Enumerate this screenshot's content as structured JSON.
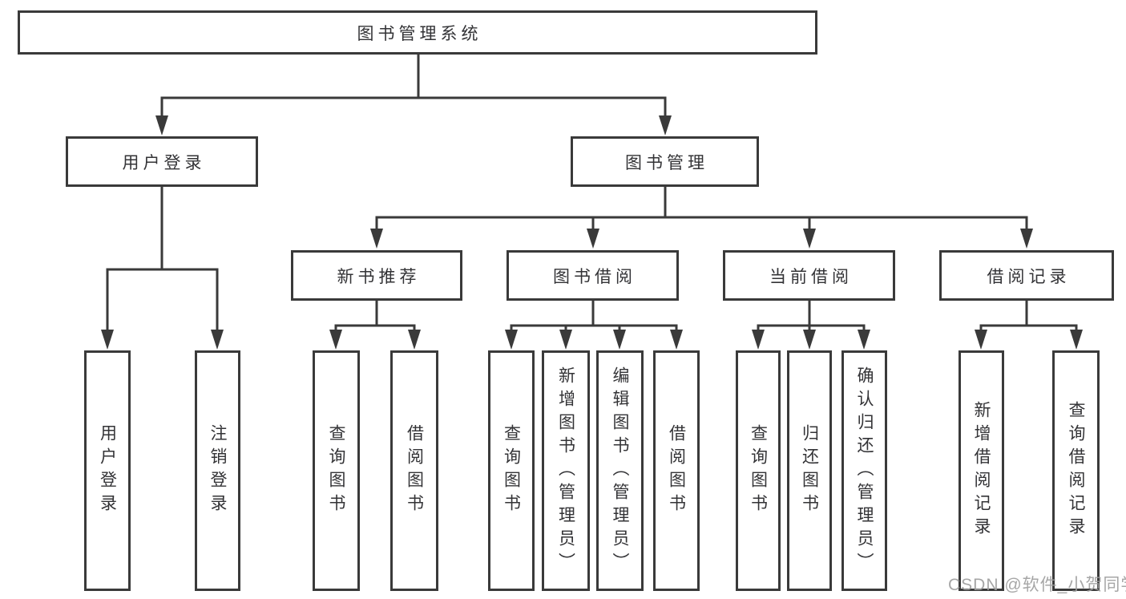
{
  "appearance": {
    "background_color": "#ffffff",
    "line_color": "#3a3a3a",
    "box_border_color": "#3a3a3a",
    "text_color": "#333336",
    "watermark_color": "#9e9e9e"
  },
  "diagram": {
    "root": {
      "label": "图书管理系统",
      "children": [
        {
          "label": "用户登录",
          "children": [
            {
              "label": "用户登录"
            },
            {
              "label": "注销登录"
            }
          ]
        },
        {
          "label": "图书管理",
          "children": [
            {
              "label": "新书推荐",
              "children": [
                {
                  "label": "查询图书"
                },
                {
                  "label": "借阅图书"
                }
              ]
            },
            {
              "label": "图书借阅",
              "children": [
                {
                  "label": "查询图书"
                },
                {
                  "label": "新增图书（管理员）"
                },
                {
                  "label": "编辑图书（管理员）"
                },
                {
                  "label": "借阅图书"
                }
              ]
            },
            {
              "label": "当前借阅",
              "children": [
                {
                  "label": "查询图书"
                },
                {
                  "label": "归还图书"
                },
                {
                  "label": "确认归还（管理员）"
                }
              ]
            },
            {
              "label": "借阅记录",
              "children": [
                {
                  "label": "新增借阅记录"
                },
                {
                  "label": "查询借阅记录"
                }
              ]
            }
          ]
        }
      ]
    }
  },
  "watermark": {
    "text": "CSDN @软件_小贺同学"
  }
}
